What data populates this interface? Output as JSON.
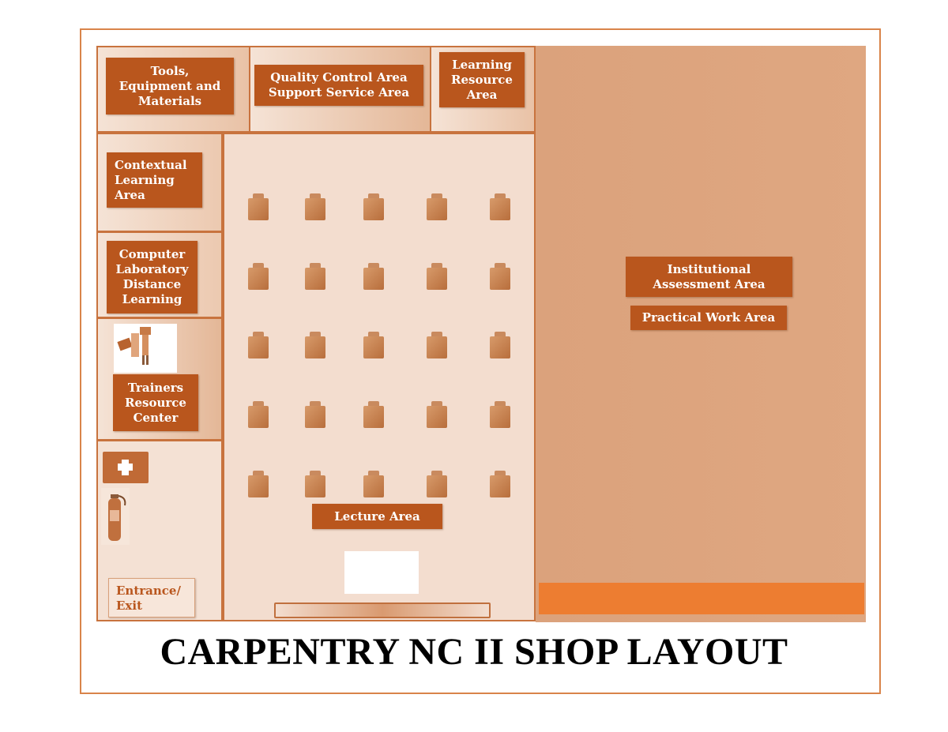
{
  "title": "CARPENTRY NC II SHOP LAYOUT",
  "areas": {
    "tools": "Tools,\nEquipment and\nMaterials",
    "quality": "Quality Control Area\nSupport Service Area",
    "learning_resource": "Learning\nResource\nArea",
    "contextual": "Contextual\nLearning\nArea",
    "computer_lab": "Computer\nLaboratory\nDistance\nLearning",
    "trainers": "Trainers\nResource\nCenter",
    "entrance": "Entrance/\nExit",
    "lecture": "Lecture Area",
    "institutional": "Institutional\nAssessment Area",
    "practical": "Practical Work Area"
  },
  "desk_grid": {
    "rows": 5,
    "columns": 5
  },
  "icons": [
    "first-aid-icon",
    "fire-extinguisher-icon",
    "trainer-icon",
    "student-desk-icon"
  ],
  "colors": {
    "label_bg": "#b9561d",
    "border": "#c8733e",
    "assessment_bg": "#dfa781",
    "orange_strip": "#ed7d31",
    "light_fill": "#f3ddcf"
  }
}
